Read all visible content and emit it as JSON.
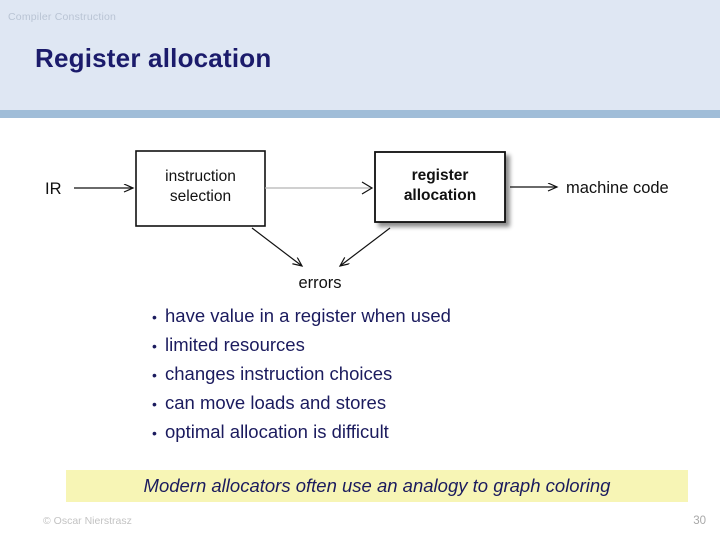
{
  "header": {
    "deck_name": "Compiler Construction",
    "title": "Register allocation",
    "band_color": "#dfe7f3",
    "rule_color": "#a0bdd8",
    "title_color": "#1b1b6b"
  },
  "diagram": {
    "type": "flow",
    "input_label": "IR",
    "output_label": "machine code",
    "error_label": "errors",
    "boxes": [
      {
        "id": "instruction-selection",
        "line1": "instruction",
        "line2": "selection",
        "bold": false,
        "shadow": false
      },
      {
        "id": "register-allocation",
        "line1": "register",
        "line2": "allocation",
        "bold": true,
        "shadow": true
      }
    ],
    "edges": [
      {
        "from": "IR",
        "to": "instruction selection"
      },
      {
        "from": "instruction selection",
        "to": "register allocation"
      },
      {
        "from": "register allocation",
        "to": "machine code"
      },
      {
        "from": "instruction selection",
        "to": "errors"
      },
      {
        "from": "register allocation",
        "to": "errors"
      }
    ]
  },
  "bullets": {
    "marker": "•",
    "text_color": "#1b1b5e",
    "items": [
      "have value in a register when used",
      "limited resources",
      "changes instruction choices",
      "can move loads and stores",
      "optimal allocation is difficult"
    ]
  },
  "callout": {
    "text": "Modern allocators often use an analogy to graph coloring",
    "background": "#f7f5b5",
    "text_color": "#1b1b5e"
  },
  "footer": {
    "copyright": "© Oscar Nierstrasz",
    "page_number": "30"
  }
}
